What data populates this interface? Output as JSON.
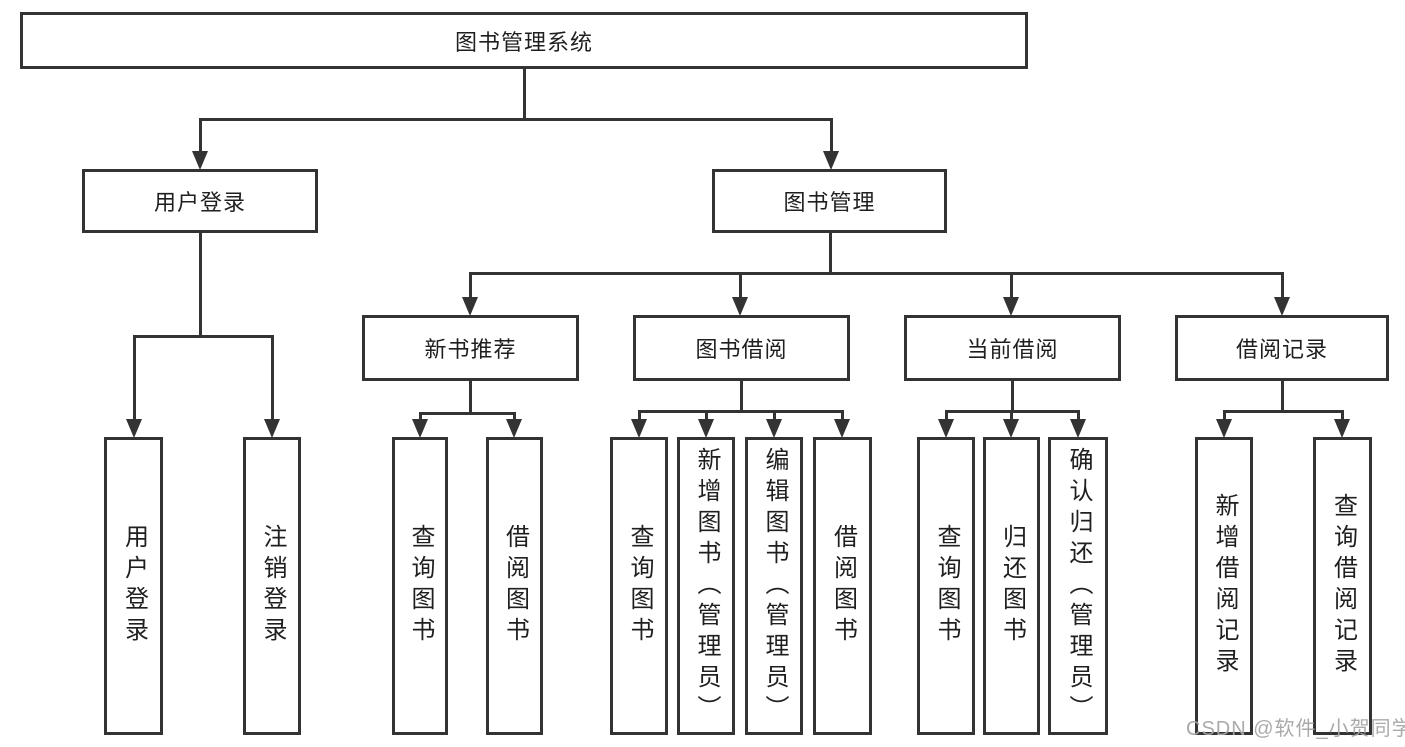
{
  "diagram": {
    "root": {
      "label": "图书管理系统",
      "children": [
        {
          "label": "用户登录",
          "children": [
            {
              "label": "用户登录"
            },
            {
              "label": "注销登录"
            }
          ]
        },
        {
          "label": "图书管理",
          "children": [
            {
              "label": "新书推荐",
              "children": [
                {
                  "label": "查询图书"
                },
                {
                  "label": "借阅图书"
                }
              ]
            },
            {
              "label": "图书借阅",
              "children": [
                {
                  "label": "查询图书"
                },
                {
                  "label": "新增图书（管理员）"
                },
                {
                  "label": "编辑图书（管理员）"
                },
                {
                  "label": "借阅图书"
                }
              ]
            },
            {
              "label": "当前借阅",
              "children": [
                {
                  "label": "查询图书"
                },
                {
                  "label": "归还图书"
                },
                {
                  "label": "确认归还（管理员）"
                }
              ]
            },
            {
              "label": "借阅记录",
              "children": [
                {
                  "label": "新增借阅记录"
                },
                {
                  "label": "查询借阅记录"
                }
              ]
            }
          ]
        }
      ]
    }
  },
  "watermark": {
    "text": "CSDN @软件_小贺同学"
  },
  "colors": {
    "line": "#333333",
    "text": "#1f1f1f",
    "background": "#ffffff",
    "watermark": "#a5a5a5"
  }
}
